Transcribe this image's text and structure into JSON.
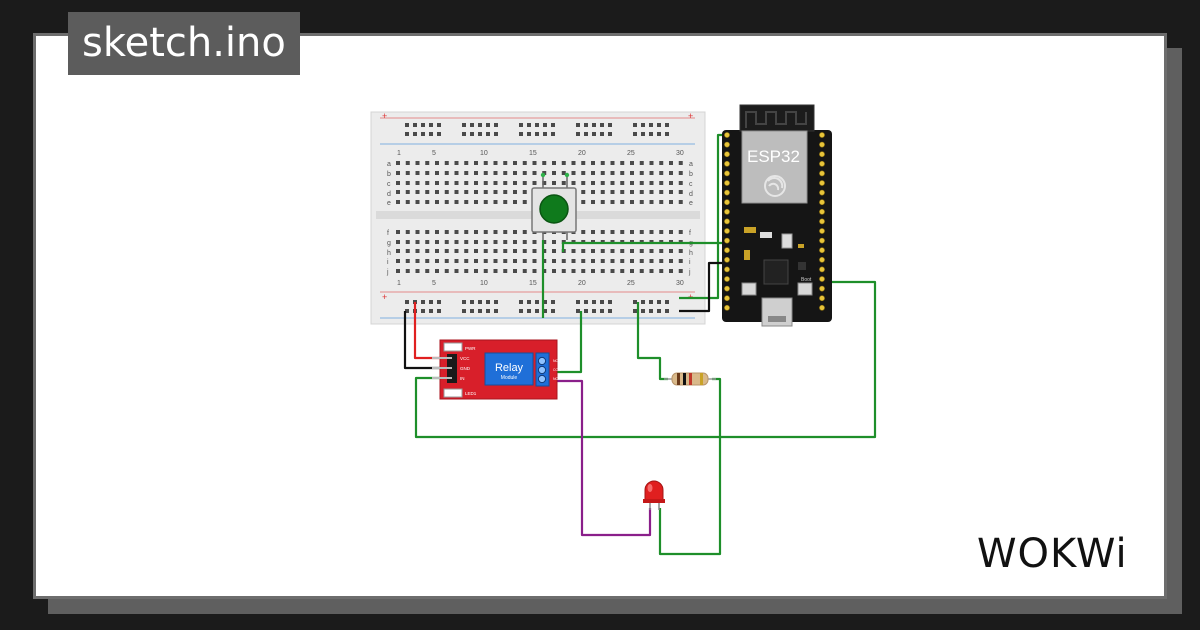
{
  "sketch": {
    "filename": "sketch.ino"
  },
  "brand": {
    "logo_text": "WOKWi"
  },
  "breadboard": {
    "column_labels": [
      "1",
      "5",
      "10",
      "15",
      "20",
      "25",
      "30"
    ],
    "row_labels_top": [
      "a",
      "b",
      "c",
      "d",
      "e"
    ],
    "row_labels_bottom": [
      "f",
      "g",
      "h",
      "i",
      "j"
    ],
    "rail_plus": "+",
    "rail_minus": "-"
  },
  "esp32": {
    "label": "ESP32",
    "boot_label": "Boot"
  },
  "relay": {
    "title": "Relay",
    "subtitle": "Module",
    "pin_vcc": "VCC",
    "pin_gnd": "GND",
    "pin_in": "IN",
    "pwr_label": "PWR",
    "led_label": "LED1",
    "terminal_labels": [
      "NO",
      "COM",
      "NC"
    ]
  },
  "colors": {
    "background": "#1b1b1b",
    "card": "#ffffff",
    "card_border": "#6d6d6d",
    "tab": "#5c5c5c",
    "wire_green": "#1e8f2a",
    "wire_red": "#e02020",
    "wire_black": "#111111",
    "wire_purple": "#8a1f8a",
    "relay_red": "#d81f2a",
    "relay_blue": "#1f6fd8",
    "esp_board": "#151515",
    "esp_pin": "#e8c53a",
    "led_red": "#e01f1f"
  }
}
